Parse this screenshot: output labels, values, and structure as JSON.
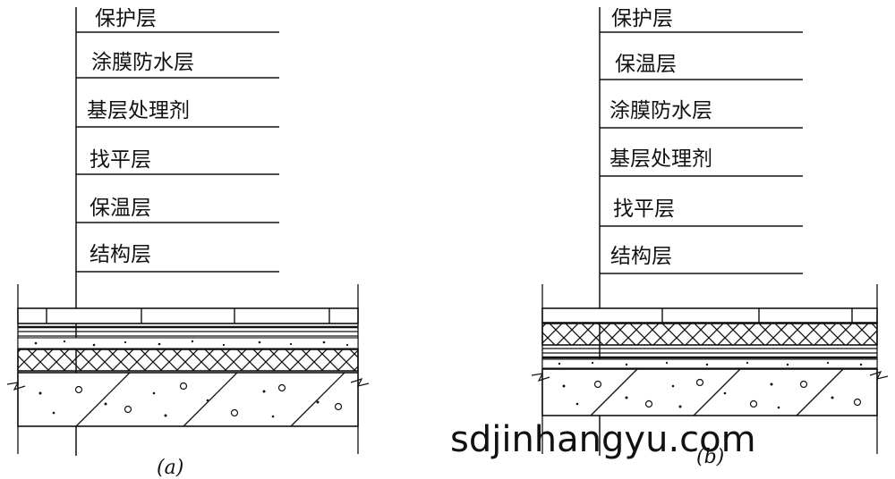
{
  "diagram_a": {
    "caption": "(a)",
    "layers": [
      "保护层",
      "涂膜防水层",
      "基层处理剂",
      "找平层",
      "保温层",
      "结构层"
    ]
  },
  "diagram_b": {
    "caption": "(b)",
    "layers": [
      "保护层",
      "保温层",
      "涂膜防水层",
      "基层处理剂",
      "找平层",
      "结构层"
    ]
  },
  "watermark": "sdjinhangyu.com",
  "colors": {
    "ink": "#111111",
    "background": "#ffffff"
  }
}
